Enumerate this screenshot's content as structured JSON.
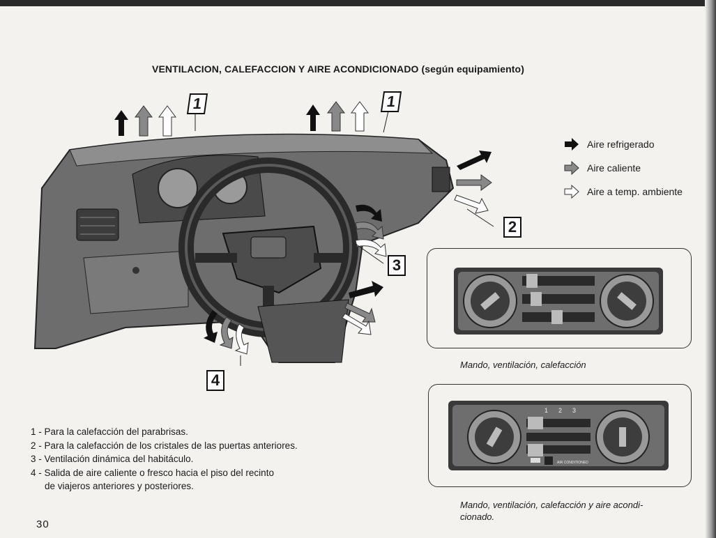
{
  "title": "VENTILACION, CALEFACCION Y AIRE ACONDICIONADO (según equipamiento)",
  "callouts": [
    "1",
    "1",
    "2",
    "3",
    "4"
  ],
  "legend": [
    {
      "icon": "arrow-solid-icon",
      "label": "Aire refrigerado"
    },
    {
      "icon": "arrow-gray-icon",
      "label": "Aire caliente"
    },
    {
      "icon": "arrow-outline-icon",
      "label": "Aire a temp. ambiente"
    }
  ],
  "panel1": {
    "caption": "Mando, ventilación, calefacción"
  },
  "panel2": {
    "fan_labels": [
      "1",
      "2",
      "3"
    ],
    "ac_label": "AIR CONDITIONED",
    "caption": "Mando, ventilación, calefacción y aire acondi-cionado."
  },
  "notes": [
    "1 - Para la calefacción del parabrisas.",
    "2 - Para la calefacción de los cristales de las puertas anteriores.",
    "3 - Ventilación dinámica del habitáculo.",
    "4 - Salida de aire caliente o fresco hacia el piso del recinto",
    "de viajeros anteriores y posteriores."
  ],
  "page_number": "30",
  "colors": {
    "cold": "#111111",
    "warm": "#8a8a8a",
    "ambient": "#ffffff"
  }
}
